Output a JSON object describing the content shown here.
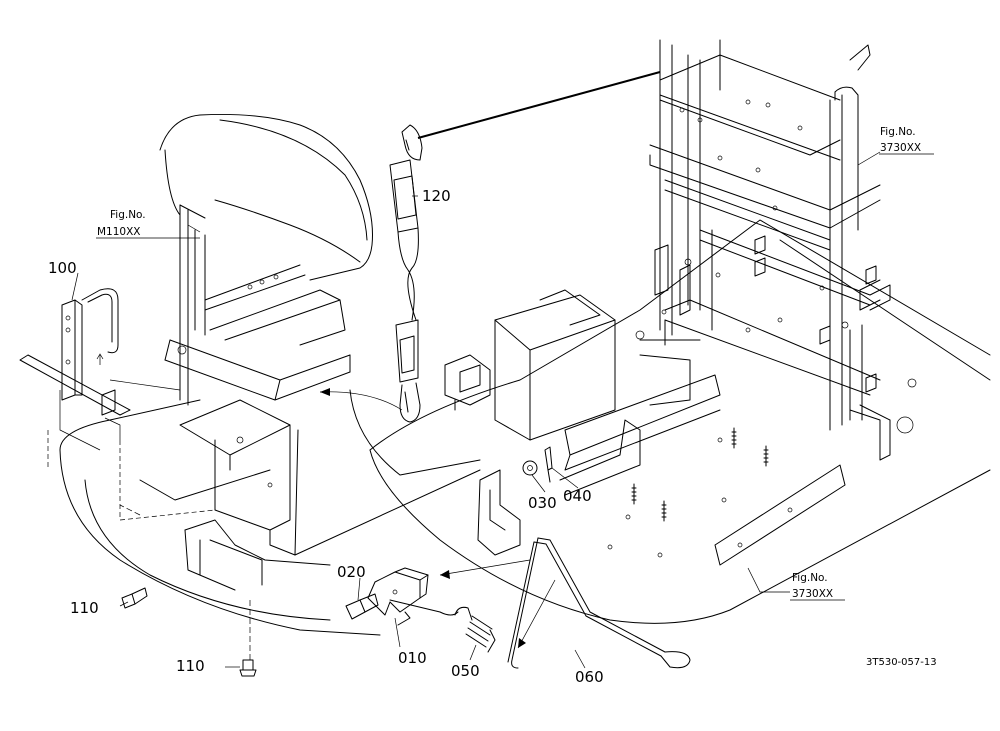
{
  "parts": {
    "p010": "010",
    "p020": "020",
    "p030": "030",
    "p040": "040",
    "p050": "050",
    "p060": "060",
    "p100": "100",
    "p110a": "110",
    "p110b": "110",
    "p120": "120"
  },
  "refs": {
    "fig_label": "Fig.No.",
    "m110": "M110XX",
    "r3730_top": "3730XX",
    "r3730_bottom": "3730XX"
  },
  "drawing_number": "3T530-057-13"
}
